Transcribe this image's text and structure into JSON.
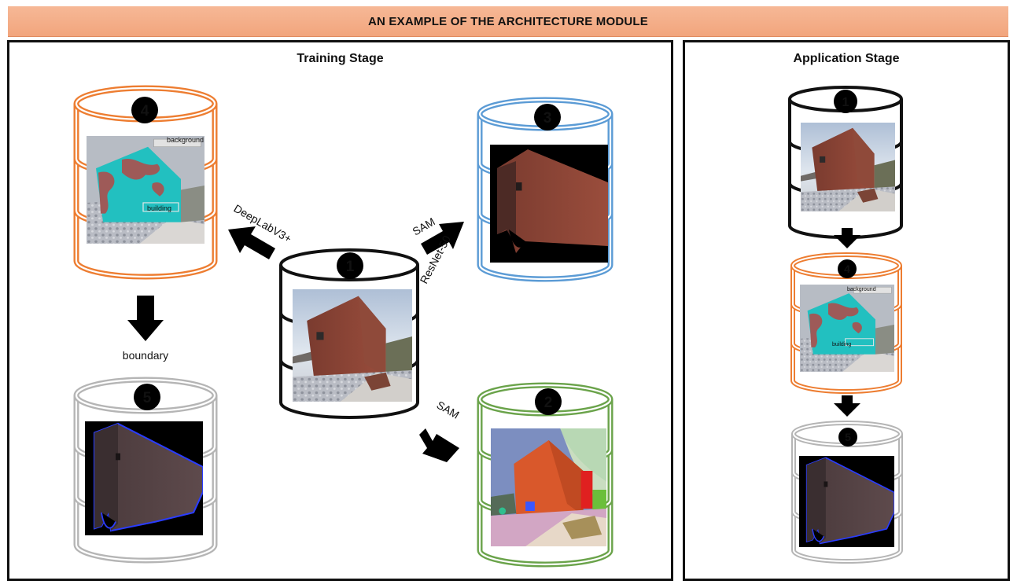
{
  "header": {
    "title": "AN EXAMPLE OF THE ARCHITECTURE MODULE"
  },
  "training": {
    "title": "Training Stage",
    "arrows": {
      "to_4": "DeepLabV3+",
      "to_3_top": "SAM",
      "to_3_bottom": "ResNet-50",
      "to_2": "SAM",
      "to_5": "boundary"
    }
  },
  "application": {
    "title": "Application Stage"
  },
  "nodes": {
    "n1": "1",
    "n2": "2",
    "n3": "3",
    "n4": "4",
    "n5": "5"
  },
  "overlay_labels": {
    "background": "background",
    "building": "building"
  },
  "colors": {
    "header_bg": "#f4ad87",
    "node1": "#111111",
    "node2": "#6aa34a",
    "node3": "#5b9bd5",
    "node4": "#ed7d31",
    "node5": "#b5b5b5",
    "seg_cyan": "#22c0c0",
    "mask_blue": "#2a3cff"
  }
}
